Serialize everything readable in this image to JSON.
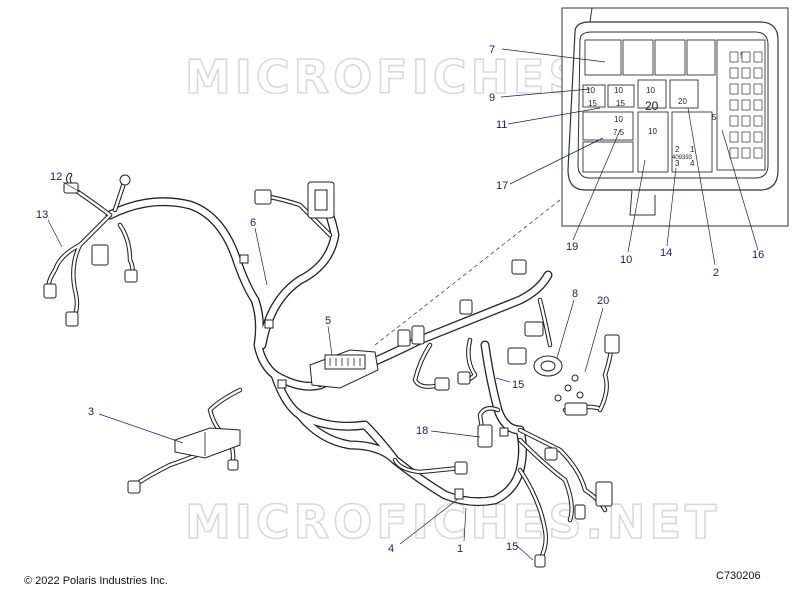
{
  "watermark": "MICROFICHES.NET",
  "copyright": "© 2022 Polaris Industries Inc.",
  "drawing_number": "C730206",
  "callouts": [
    "1",
    "2",
    "3",
    "4",
    "5",
    "6",
    "7",
    "8",
    "9",
    "10",
    "10",
    "11",
    "12",
    "13",
    "14",
    "15",
    "15",
    "16",
    "17",
    "18",
    "19",
    "20"
  ],
  "fuse_labels": [
    "10",
    "15",
    "10",
    "15",
    "10",
    "10",
    "7.5",
    "10",
    "20",
    "20",
    "5",
    "5",
    "2",
    "1",
    "3",
    "4",
    "409393"
  ]
}
